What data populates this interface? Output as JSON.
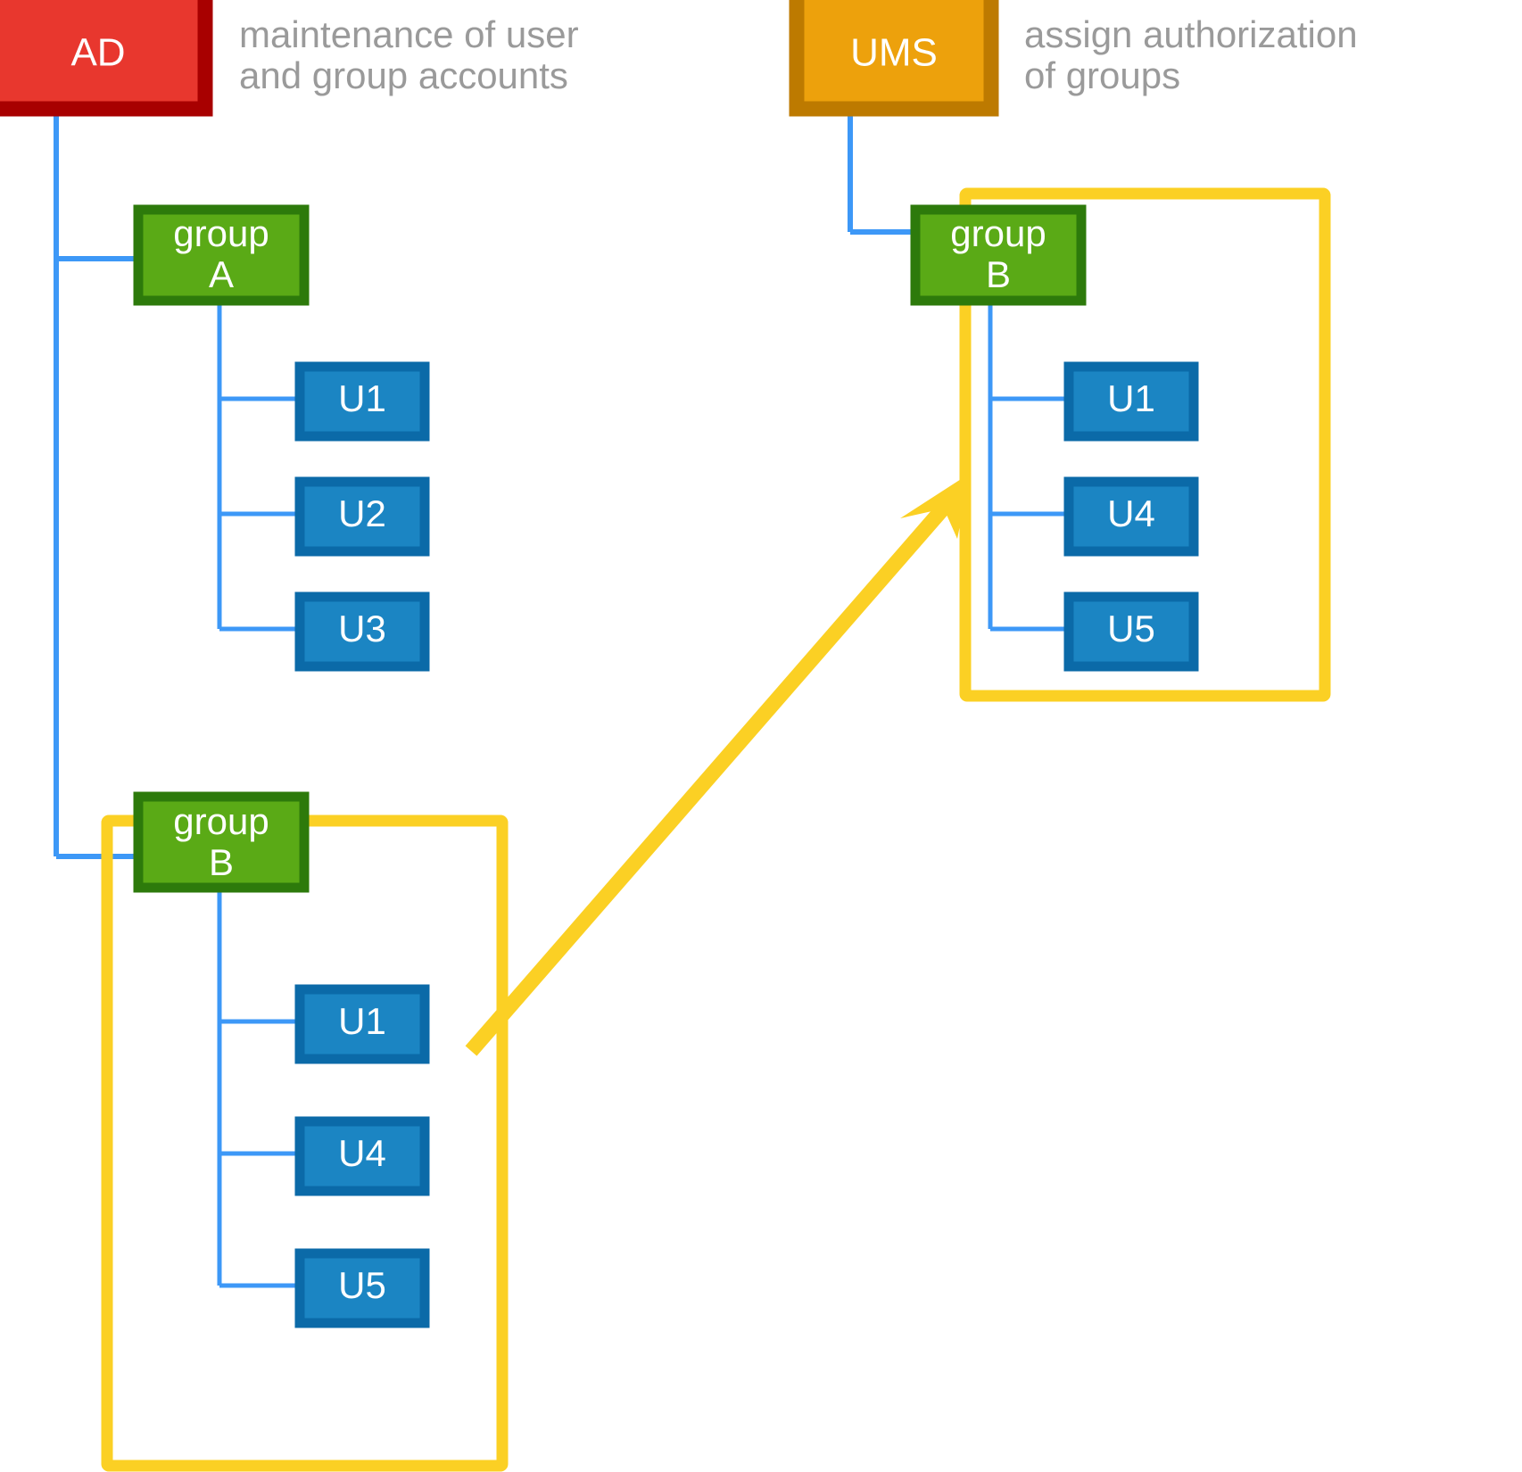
{
  "diagram": {
    "type": "hierarchy-flow",
    "background": "#ffffff",
    "colors": {
      "ad_fill": "#e8372e",
      "ad_border": "#a80000",
      "ums_fill": "#eda10c",
      "ums_border": "#bd7a00",
      "group_fill": "#5aaa16",
      "group_border": "#2d7a0b",
      "user_fill": "#1b85c3",
      "user_border": "#0b6aa8",
      "connector": "#3d98f7",
      "highlight": "#fbd024",
      "annotation_text": "#9a9a9a"
    },
    "nodes": {
      "ad": {
        "label": "AD"
      },
      "ums": {
        "label": "UMS"
      },
      "group_a": {
        "line1": "group",
        "line2": "A"
      },
      "group_b_left": {
        "line1": "group",
        "line2": "B"
      },
      "group_b_right": {
        "line1": "group",
        "line2": "B"
      },
      "group_a_users": [
        "U1",
        "U2",
        "U3"
      ],
      "group_b_left_users": [
        "U1",
        "U4",
        "U5"
      ],
      "group_b_right_users": [
        "U1",
        "U4",
        "U5"
      ]
    },
    "annotations": {
      "ad_note": {
        "line1": "maintenance of user",
        "line2": "and group accounts"
      },
      "ums_note": {
        "line1": "assign authorization",
        "line2": "of groups"
      }
    },
    "highlight_boxes": {
      "left": {
        "name": "group-b-highlight-left"
      },
      "right": {
        "name": "group-b-highlight-right"
      }
    },
    "arrow": {
      "name": "group-b-sync-arrow"
    }
  }
}
